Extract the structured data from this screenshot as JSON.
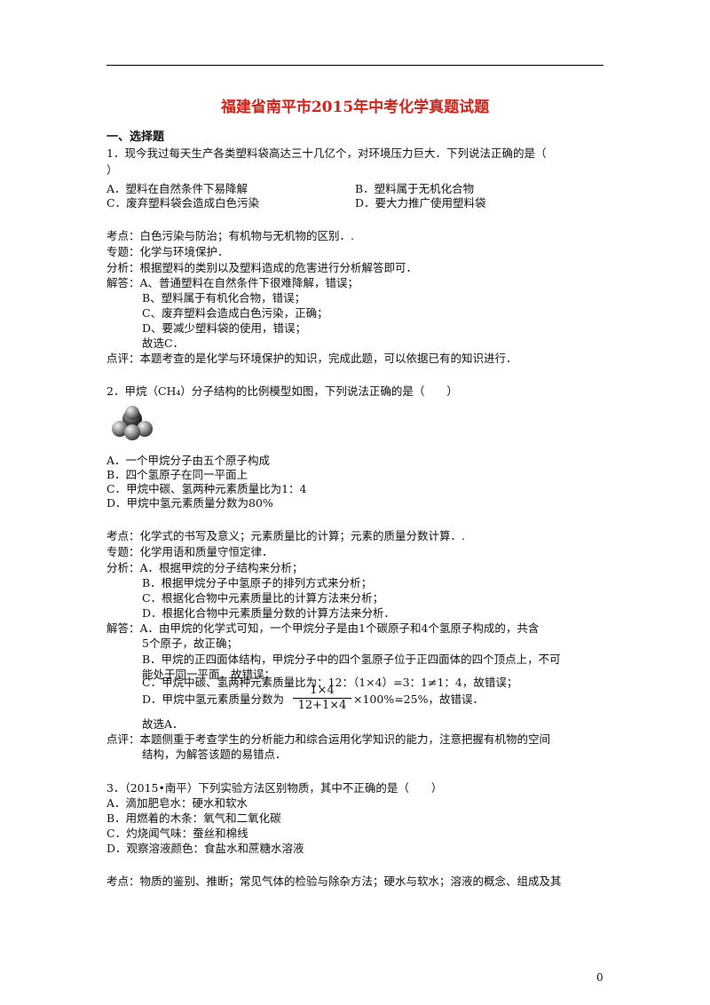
{
  "doc": {
    "title": "福建省南平市2015年中考化学真题试题",
    "section": "一、选择题",
    "page_number": "0"
  },
  "q1": {
    "stem_1": "1．现今我过每天生产各类塑料袋高达三十几亿个，对环境压力巨大．下列说法正确的是（",
    "stem_2": "）",
    "opt_a": "A．塑料在自然条件下易降解",
    "opt_b": "B．塑料属于无机化合物",
    "opt_c": "C．废弃塑料袋会造成白色污染",
    "opt_d": "D．要大力推广使用塑料袋",
    "kaodian": "考点：白色污染与防治；有机物与无机物的区别．.",
    "zhuanti": "专题：化学与环境保护．",
    "fenxi": "分析：根据塑料的类别以及塑料造成的危害进行分析解答即可．",
    "jieda_1": "解答：A、普通塑料在自然条件下很难降解，错误；",
    "jieda_2": "B、塑料属于有机化合物，错误；",
    "jieda_3": "C、废弃塑料会造成白色污染，正确；",
    "jieda_4": "D、要减少塑料袋的使用，错误；",
    "jieda_5": "故选C．",
    "dianping": "点评：本题考查的是化学与环境保护的知识，完成此题，可以依据已有的知识进行．"
  },
  "q2": {
    "stem": "2．甲烷（CH₄）分子结构的比例模型如图，下列说法正确的是（　　）",
    "opt_a": "A．一个甲烷分子由五个原子构成",
    "opt_b": "B．四个氢原子在同一平面上",
    "opt_c": "C．甲烷中碳、氢两种元素质量比为1：4",
    "opt_d": "D．甲烷中氢元素质量分数为80%",
    "kaodian": "考点：化学式的书写及意义；元素质量比的计算；元素的质量分数计算．.",
    "zhuanti": "专题：化学用语和质量守恒定律．",
    "fenxi_1": "分析：A．根据甲烷的分子结构来分析；",
    "fenxi_2": "B．根据甲烷分子中氢原子的排列方式来分析；",
    "fenxi_3": "C．根据化合物中元素质量比的计算方法来分析；",
    "fenxi_4": "D．根据化合物中元素质量分数的计算方法来分析．",
    "jieda_1": "解答：A．由甲烷的化学式可知，一个甲烷分子是由1个碳原子和4个氢原子构成的，共含",
    "jieda_2": "5个原子，故正确；",
    "jieda_3": "B．甲烷的正四面体结构，甲烷分子中的四个氢原子位于正四面体的四个顶点上，不可",
    "jieda_4": "能处于同一平面，故错误；",
    "jieda_5": "C．甲烷中碳、氢两种元素质量比为：12：（1×4）=3：1≠1：4，故错误；",
    "jieda_6_pre": "D．甲烷中氢元素质量分数为",
    "frac_num": "1×4",
    "frac_den": "12+1×4",
    "jieda_6_post": "×100%=25%，故错误．",
    "jieda_7": "故选A．",
    "dianping_1": "点评：本题侧重于考查学生的分析能力和综合运用化学知识的能力，注意把握有机物的空间",
    "dianping_2": "结构，为解答该题的易错点．"
  },
  "q3": {
    "stem": "3．（2015•南平）下列实验方法区别物质，其中不正确的是（　　）",
    "opt_a": "A．滴加肥皂水：硬水和软水",
    "opt_b": "B．用燃着的木条：氧气和二氧化碳",
    "opt_c": "C．灼烧闻气味：蚕丝和棉线",
    "opt_d": "D．观察溶液颜色：食盐水和蔗糖水溶液",
    "kaodian": "考点：物质的鉴别、推断；常见气体的检验与除杂方法；硬水与软水；溶液的概念、组成及其"
  }
}
